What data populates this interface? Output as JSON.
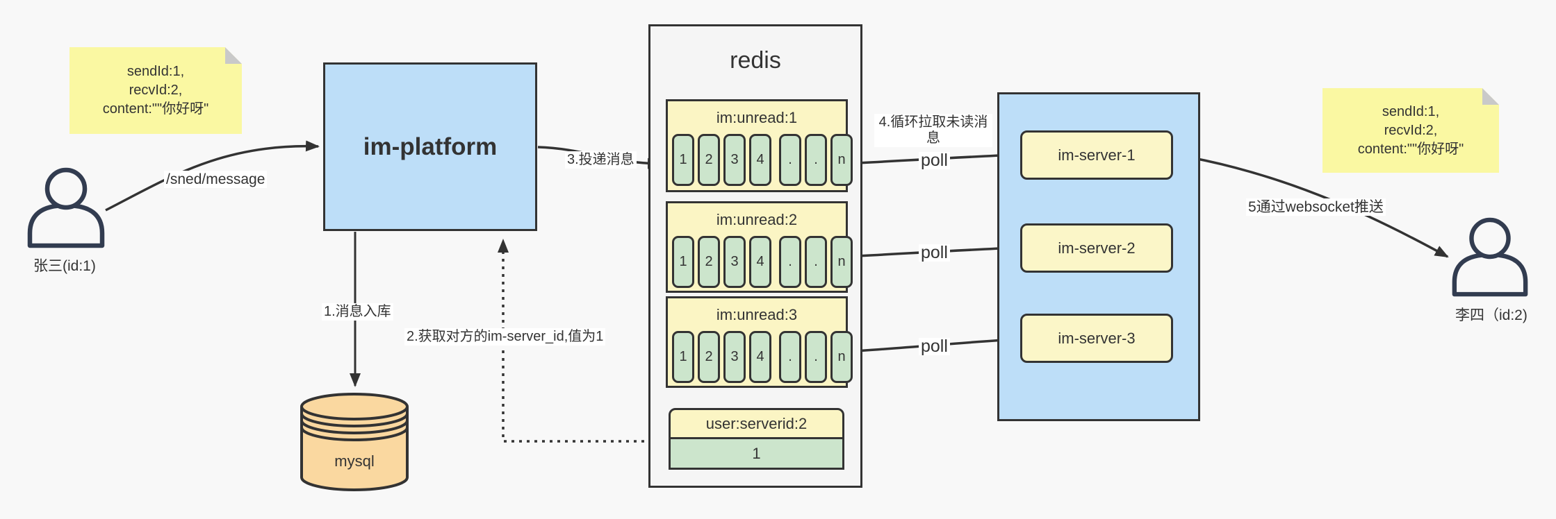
{
  "notes": {
    "left": {
      "lines": [
        "sendId:1,",
        "recvId:2,",
        "content:\"\"你好呀\""
      ]
    },
    "right": {
      "lines": [
        "sendId:1,",
        "recvId:2,",
        "content:\"\"你好呀\""
      ]
    }
  },
  "actors": {
    "sender": {
      "label": "张三(id:1)"
    },
    "receiver": {
      "label": "李四（id:2)"
    }
  },
  "platform": {
    "label": "im-platform"
  },
  "database": {
    "label": "mysql"
  },
  "redis": {
    "title": "redis",
    "queues": [
      {
        "title": "im:unread:1",
        "cells": [
          "1",
          "2",
          "3",
          "4",
          ".",
          ".",
          "n"
        ]
      },
      {
        "title": "im:unread:2",
        "cells": [
          "1",
          "2",
          "3",
          "4",
          ".",
          ".",
          "n"
        ]
      },
      {
        "title": "im:unread:3",
        "cells": [
          "1",
          "2",
          "3",
          "4",
          ".",
          ".",
          "n"
        ]
      }
    ],
    "kv": {
      "title": "user:serverid:2",
      "value": "1"
    }
  },
  "servers": {
    "items": [
      {
        "label": "im-server-1"
      },
      {
        "label": "im-server-2"
      },
      {
        "label": "im-server-3"
      }
    ]
  },
  "edges": {
    "send_label": "/sned/message",
    "step1": "1.消息入库",
    "step2": "2.获取对方的im-server_id,值为1",
    "step3": "3.投递消息",
    "step4": "4.循环拉取未读消息",
    "poll": "poll",
    "step5": "5通过websocket推送"
  },
  "colors": {
    "background": "#f8f8f8",
    "line": "#333333",
    "note_yellow": "#faf8a2",
    "note_fold_gray": "#c9c9c9",
    "container_blue": "#bddef8",
    "header_yellow": "#fbf5c4",
    "server_yellow": "#fbf6c8",
    "cell_green": "#cce5cc",
    "mysql_orange": "#fad8a0",
    "redis_fill": "#f5f5f5",
    "person_stroke": "#323c50"
  }
}
